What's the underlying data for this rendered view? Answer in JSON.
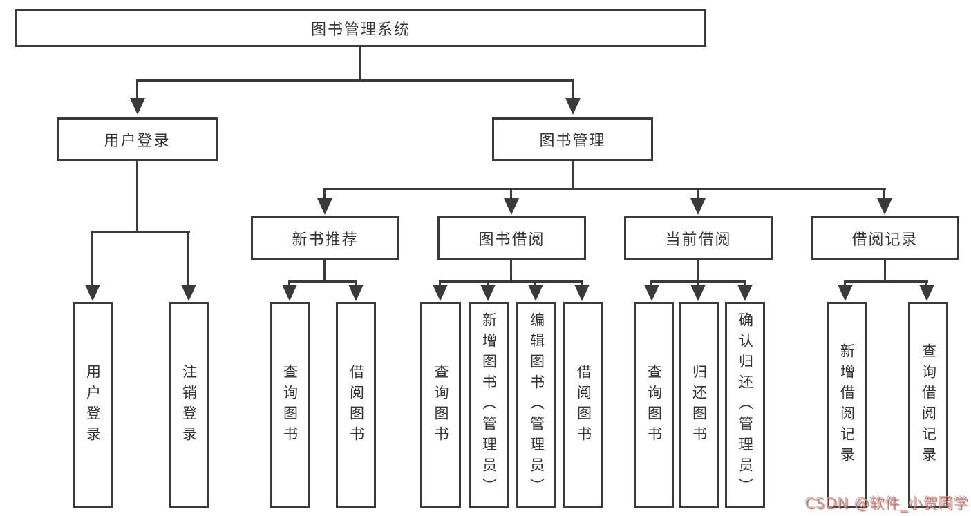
{
  "title": "图书管理系统",
  "colors": {
    "line": "#3a3a3a",
    "text": "#333333",
    "background": "#ffffff",
    "watermark_shadow": "#c0392b"
  },
  "diagram": {
    "root": {
      "label": "图书管理系统"
    },
    "branches": [
      {
        "label": "用户登录",
        "children": [
          {
            "label": "用户登录"
          },
          {
            "label": "注销登录"
          }
        ]
      },
      {
        "label": "图书管理",
        "children": [
          {
            "label": "新书推荐",
            "children": [
              {
                "label": "查询图书"
              },
              {
                "label": "借阅图书"
              }
            ]
          },
          {
            "label": "图书借阅",
            "children": [
              {
                "label": "查询图书"
              },
              {
                "label": "新增图书（管理员）"
              },
              {
                "label": "编辑图书（管理员）"
              },
              {
                "label": "借阅图书"
              }
            ]
          },
          {
            "label": "当前借阅",
            "children": [
              {
                "label": "查询图书"
              },
              {
                "label": "归还图书"
              },
              {
                "label": "确认归还（管理员）"
              }
            ]
          },
          {
            "label": "借阅记录",
            "children": [
              {
                "label": "新增借阅记录"
              },
              {
                "label": "查询借阅记录"
              }
            ]
          }
        ]
      }
    ]
  },
  "watermark": {
    "text": "CSDN @软件_小贺同学"
  }
}
